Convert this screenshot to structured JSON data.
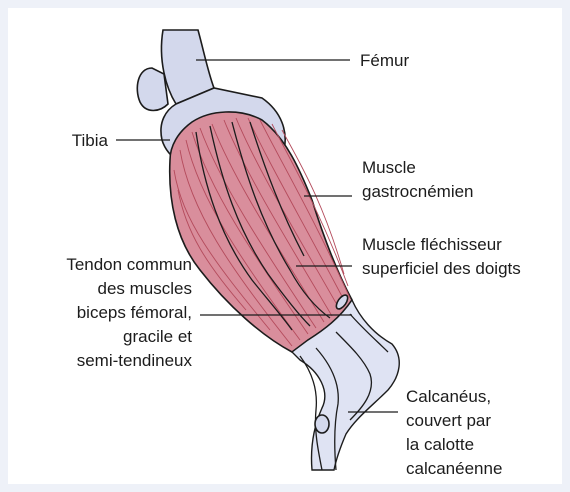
{
  "labels": {
    "femur": "Fémur",
    "tibia": "Tibia",
    "gastrocnemius": [
      "Muscle",
      "gastrocnémien"
    ],
    "flexor": [
      "Muscle fléchisseur",
      "superficiel des doigts"
    ],
    "common_tendon": [
      "Tendon commun",
      "des muscles",
      "biceps fémoral,",
      "gracile et",
      "semi-tendineux"
    ],
    "calcaneus": [
      "Calcanéus,",
      "couvert par",
      "la calotte",
      "calcanéenne"
    ]
  },
  "colors": {
    "background": "#eef1f8",
    "bone": "#d3d8ec",
    "muscle": "#d98e9c",
    "muscle_fiber": "#b44b5c",
    "tendon": "#dfe3f3"
  }
}
